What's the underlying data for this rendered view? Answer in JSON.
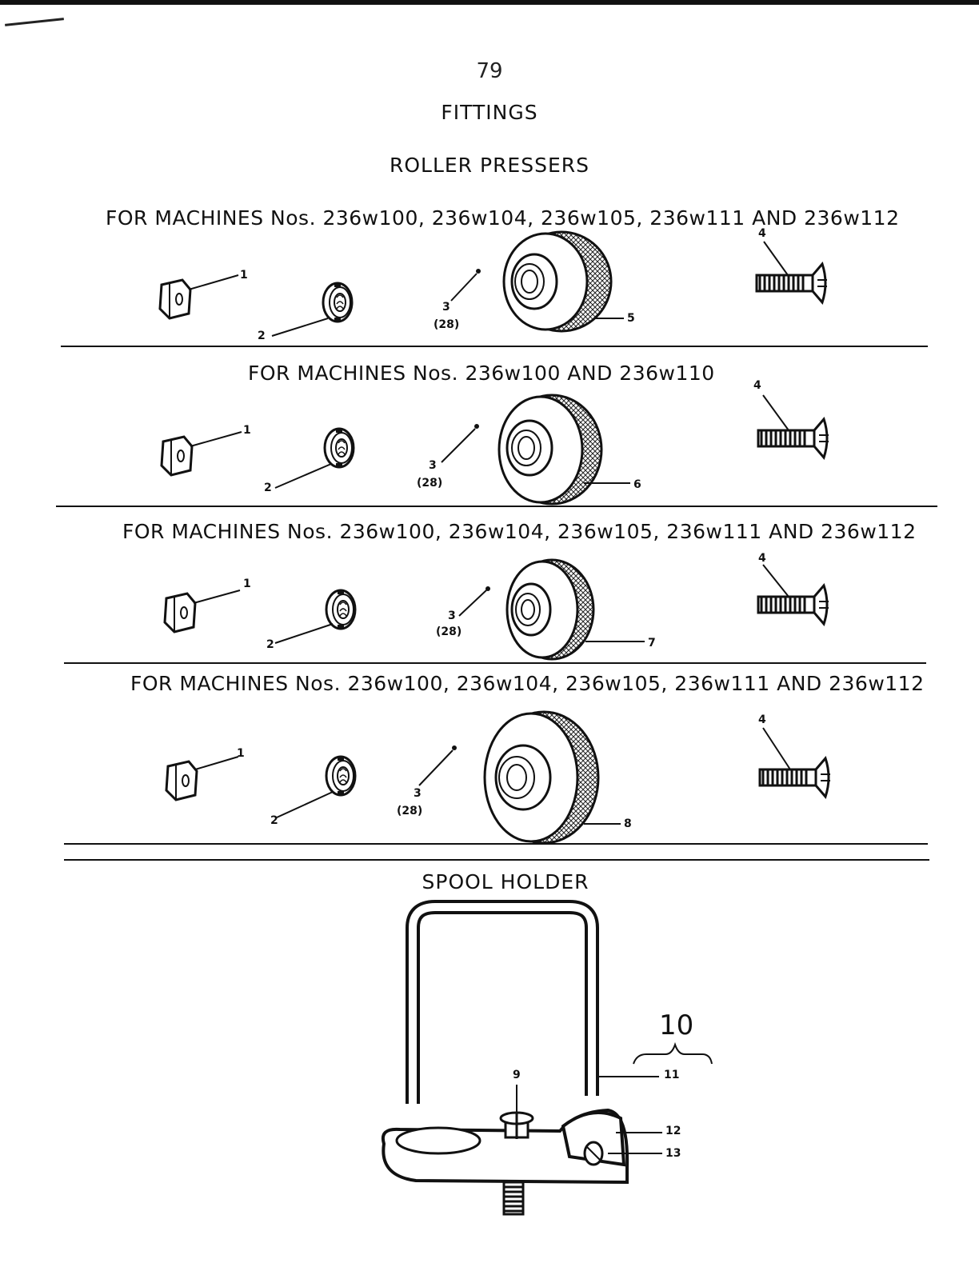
{
  "page_number": "79",
  "title": "FITTINGS",
  "subtitle": "ROLLER PRESSERS",
  "sections": [
    {
      "heading": "FOR MACHINES Nos. 236w100, 236w104, 236w105, 236w111 AND 236w112",
      "labels": {
        "nut": "1",
        "washer": "2",
        "pin": "3",
        "pin_qty": "(28)",
        "screw": "4",
        "roller": "5"
      }
    },
    {
      "heading": "FOR MACHINES Nos. 236w100 AND 236w110",
      "labels": {
        "nut": "1",
        "washer": "2",
        "pin": "3",
        "pin_qty": "(28)",
        "screw": "4",
        "roller": "6"
      }
    },
    {
      "heading": "FOR MACHINES Nos. 236w100, 236w104, 236w105, 236w111 AND 236w112",
      "labels": {
        "nut": "1",
        "washer": "2",
        "pin": "3",
        "pin_qty": "(28)",
        "screw": "4",
        "roller": "7"
      }
    },
    {
      "heading": "FOR MACHINES Nos. 236w100, 236w104, 236w105, 236w111 AND 236w112",
      "labels": {
        "nut": "1",
        "washer": "2",
        "pin": "3",
        "pin_qty": "(28)",
        "screw": "4",
        "roller": "8"
      }
    }
  ],
  "spool_holder": {
    "heading": "SPOOL HOLDER",
    "labels": {
      "screw": "9",
      "assembly": "10",
      "wire": "11",
      "bracket": "12",
      "set_screw": "13"
    }
  }
}
